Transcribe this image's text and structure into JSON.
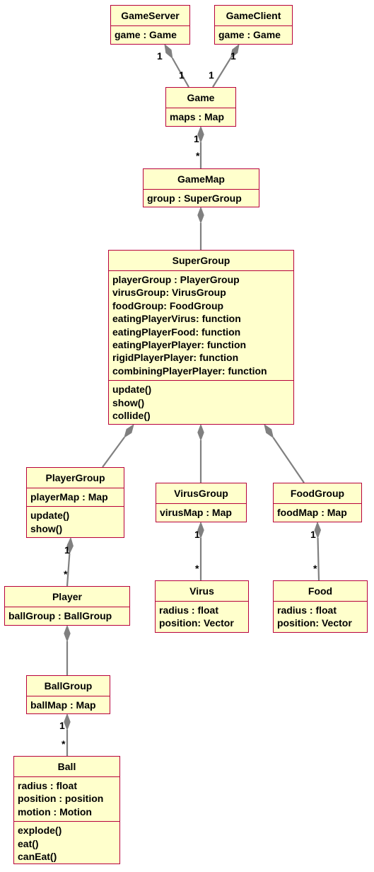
{
  "classes": {
    "game_server": {
      "name": "GameServer",
      "attributes": [
        "game : Game"
      ],
      "methods": []
    },
    "game_client": {
      "name": "GameClient",
      "attributes": [
        "game : Game"
      ],
      "methods": []
    },
    "game": {
      "name": "Game",
      "attributes": [
        "maps : Map"
      ],
      "methods": []
    },
    "game_map": {
      "name": "GameMap",
      "attributes": [
        "group : SuperGroup"
      ],
      "methods": []
    },
    "super_group": {
      "name": "SuperGroup",
      "attributes": [
        "playerGroup : PlayerGroup",
        "virusGroup: VirusGroup",
        "foodGroup: FoodGroup",
        "eatingPlayerVirus: function",
        "eatingPlayerFood: function",
        "eatingPlayerPlayer: function",
        "rigidPlayerPlayer: function",
        "combiningPlayerPlayer: function"
      ],
      "methods": [
        "update()",
        "show()",
        "collide()"
      ]
    },
    "player_group": {
      "name": "PlayerGroup",
      "attributes": [
        "playerMap : Map"
      ],
      "methods": [
        "update()",
        "show()"
      ]
    },
    "virus_group": {
      "name": "VirusGroup",
      "attributes": [
        "virusMap : Map"
      ],
      "methods": []
    },
    "food_group": {
      "name": "FoodGroup",
      "attributes": [
        "foodMap : Map"
      ],
      "methods": []
    },
    "player": {
      "name": "Player",
      "attributes": [
        "ballGroup : BallGroup"
      ],
      "methods": []
    },
    "virus": {
      "name": "Virus",
      "attributes": [
        "radius : float",
        "position: Vector"
      ],
      "methods": []
    },
    "food": {
      "name": "Food",
      "attributes": [
        "radius : float",
        "position: Vector"
      ],
      "methods": []
    },
    "ball_group": {
      "name": "BallGroup",
      "attributes": [
        "ballMap : Map"
      ],
      "methods": []
    },
    "ball": {
      "name": "Ball",
      "attributes": [
        "radius : float",
        "position : position",
        "motion : Motion"
      ],
      "methods": [
        "explode()",
        "eat()",
        "canEat()"
      ]
    }
  },
  "relations": [
    {
      "from": "game_server",
      "to": "game",
      "kind": "composition",
      "whole_mult": "1",
      "part_mult": "1"
    },
    {
      "from": "game_client",
      "to": "game",
      "kind": "composition",
      "whole_mult": "1",
      "part_mult": "1"
    },
    {
      "from": "game",
      "to": "game_map",
      "kind": "composition",
      "whole_mult": "1",
      "part_mult": "*"
    },
    {
      "from": "game_map",
      "to": "super_group",
      "kind": "composition",
      "whole_mult": "",
      "part_mult": ""
    },
    {
      "from": "super_group",
      "to": "player_group",
      "kind": "composition",
      "whole_mult": "",
      "part_mult": ""
    },
    {
      "from": "super_group",
      "to": "virus_group",
      "kind": "composition",
      "whole_mult": "",
      "part_mult": ""
    },
    {
      "from": "super_group",
      "to": "food_group",
      "kind": "composition",
      "whole_mult": "",
      "part_mult": ""
    },
    {
      "from": "player_group",
      "to": "player",
      "kind": "composition",
      "whole_mult": "1",
      "part_mult": "*"
    },
    {
      "from": "virus_group",
      "to": "virus",
      "kind": "composition",
      "whole_mult": "1",
      "part_mult": "*"
    },
    {
      "from": "food_group",
      "to": "food",
      "kind": "composition",
      "whole_mult": "1",
      "part_mult": "*"
    },
    {
      "from": "player",
      "to": "ball_group",
      "kind": "composition",
      "whole_mult": "",
      "part_mult": ""
    },
    {
      "from": "ball_group",
      "to": "ball",
      "kind": "composition",
      "whole_mult": "1",
      "part_mult": "*"
    }
  ],
  "colors": {
    "box_fill": "#ffffcc",
    "box_border": "#b8003c",
    "edge": "#808080",
    "text": "#000000"
  }
}
